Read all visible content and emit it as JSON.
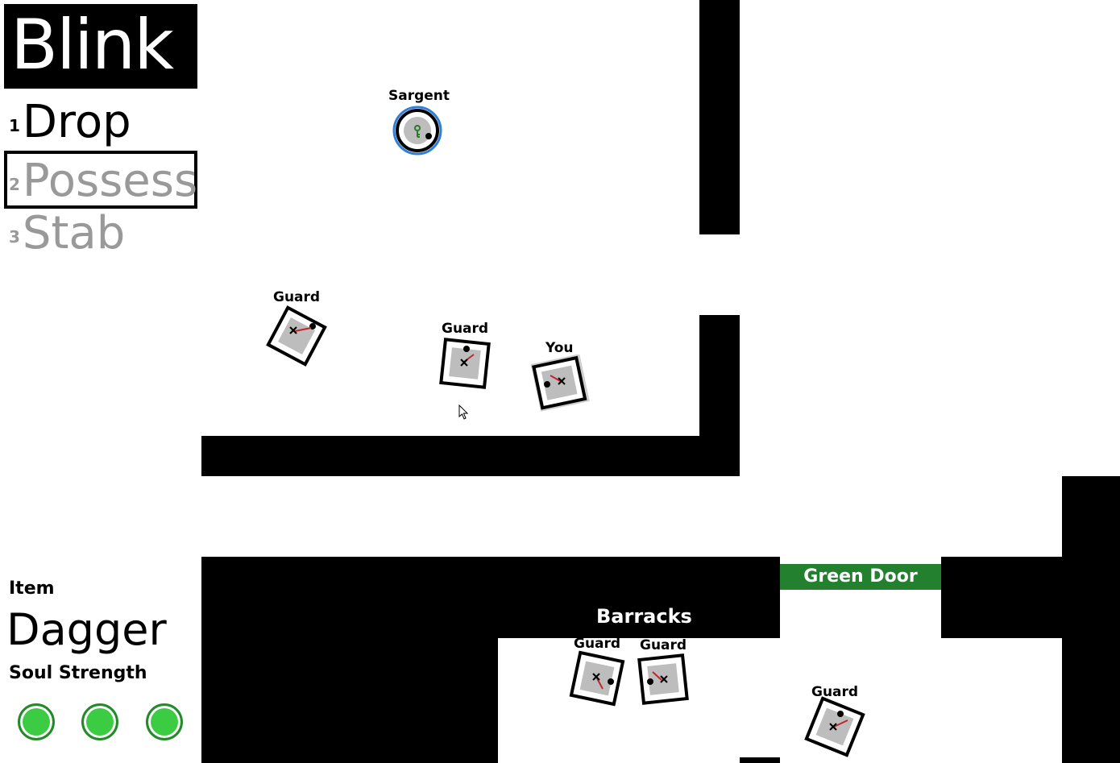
{
  "hud": {
    "title": "Blink",
    "abilities": [
      {
        "key": "1",
        "label": "Drop"
      },
      {
        "key": "2",
        "label": "Possess"
      },
      {
        "key": "3",
        "label": "Stab"
      }
    ],
    "item_label": "Item",
    "item_name": "Dagger",
    "soul_label": "Soul Strength",
    "soul_orbs": 3
  },
  "map": {
    "door_label": "Green Door",
    "room_label": "Barracks",
    "colors": {
      "wall": "#000000",
      "door": "#23802f",
      "soul": "#3ccc44",
      "selection": "#2f7fd8",
      "weapon": "#c0262b"
    }
  },
  "units": [
    {
      "name": "Sargent",
      "icon": "key-icon"
    },
    {
      "name": "Guard"
    },
    {
      "name": "Guard"
    },
    {
      "name": "You"
    },
    {
      "name": "Guard"
    },
    {
      "name": "Guard"
    },
    {
      "name": "Guard"
    }
  ]
}
